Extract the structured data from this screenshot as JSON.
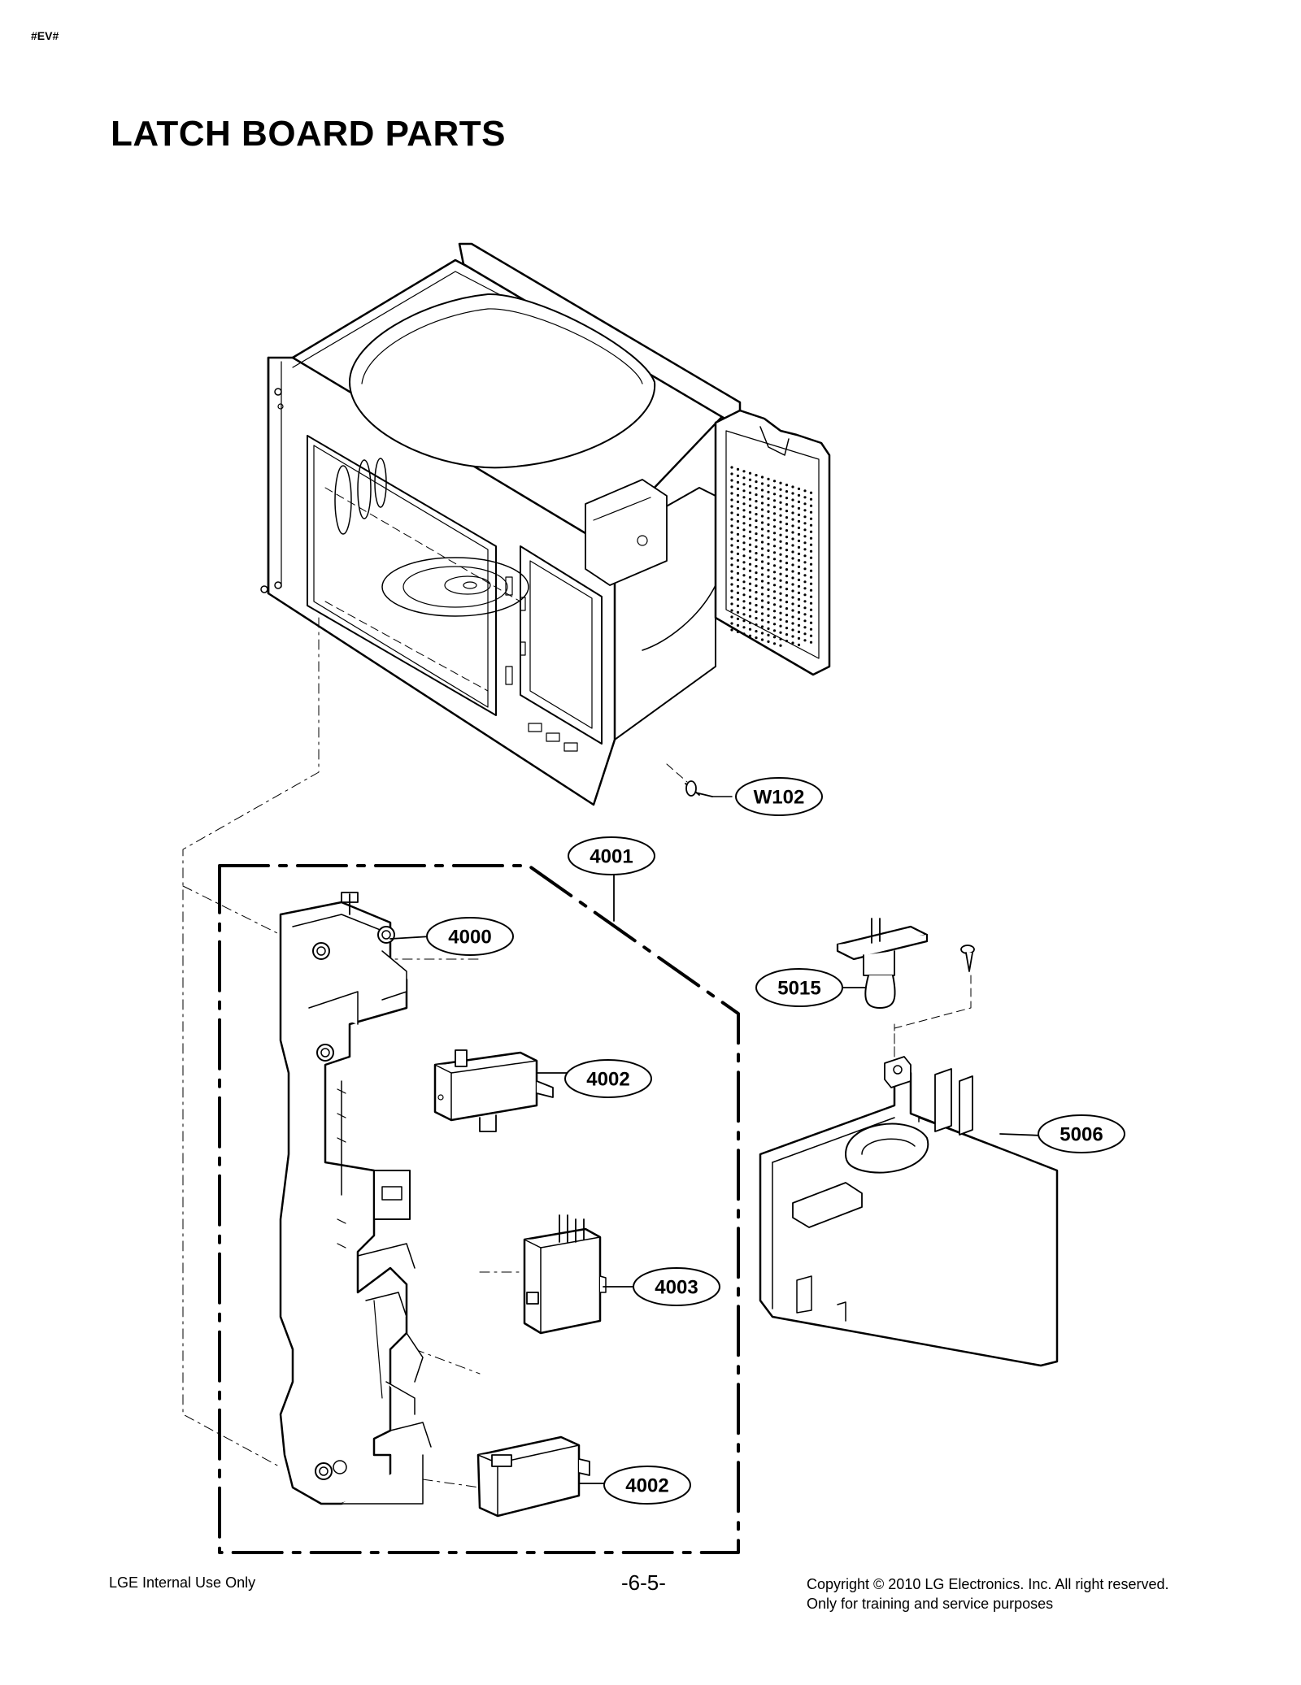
{
  "page": {
    "corner_tag": "#EV#",
    "title": "LATCH BOARD PARTS"
  },
  "callouts": {
    "w102": "W102",
    "p4001": "4001",
    "p4000": "4000",
    "p4002_top": "4002",
    "p4003": "4003",
    "p4002_bottom": "4002",
    "p5015": "5015",
    "p5006": "5006"
  },
  "footer": {
    "left": "LGE Internal Use Only",
    "page_number": "-6-5-",
    "copyright": "Copyright © 2010 LG Electronics. Inc. All right reserved.",
    "training_note": "Only for training and service purposes"
  }
}
